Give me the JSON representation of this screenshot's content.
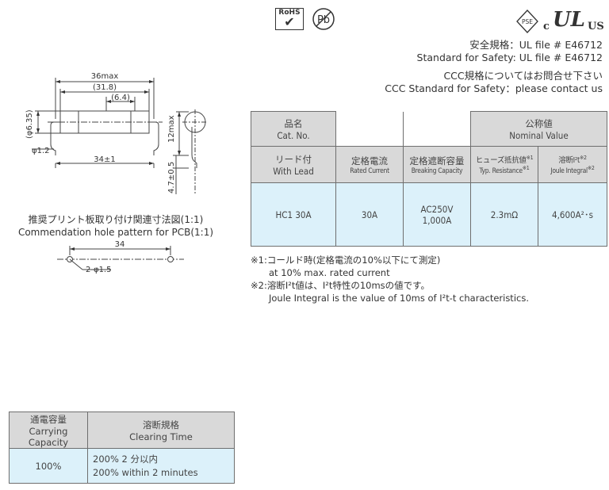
{
  "certifications": {
    "rohs_label": "RoHS",
    "pb_label": "Pb",
    "pse_label": "PSE",
    "ul_c": "c",
    "ul_mark": "UL",
    "ul_us": "US"
  },
  "safety": {
    "jp_ul": "安全規格：UL file # E46712",
    "en_ul": "Standard for Safety: UL file # E46712",
    "jp_ccc": "CCC規格についてはお問合せ下さい",
    "en_ccc": "CCC Standard for Safety：please contact us"
  },
  "fuse_drawing": {
    "dim_36max": "36max",
    "dim_31_8": "(31.8)",
    "dim_6_4": "(6.4)",
    "dim_phi635": "(φ6.35)",
    "dim_phi12": "φ1.2",
    "dim_34pm1": "34±1",
    "dim_12max": "12max",
    "dim_47pm05": "4.7±0.5"
  },
  "pcb": {
    "caption_jp": "推奨プリント板取り付け関連寸法図(1:1)",
    "caption_en": "Commendation hole pattern for PCB(1:1)",
    "dim_34": "34",
    "dim_holes": "2-φ1.5"
  },
  "spec_table": {
    "catno_jp": "品名",
    "catno_en": "Cat. No.",
    "nominal_jp": "公称値",
    "nominal_en": "Nominal Value",
    "lead_jp": "リード付",
    "lead_en": "With Lead",
    "rated_jp": "定格電流",
    "rated_en": "Rated Current",
    "breaking_jp": "定格遮断容量",
    "breaking_en": "Breaking Capacity",
    "resistance_jp": "ヒューズ抵抗値",
    "resistance_en": "Typ. Resistance",
    "joule_jp": "溶断I²t",
    "joule_en": "Joule Integral",
    "mark1": "※1",
    "mark2": "※2",
    "row": {
      "catno": "HC1 30A",
      "rated": "30A",
      "breaking_1": "AC250V",
      "breaking_2": "1,000A",
      "resistance": "2.3mΩ",
      "joule": "4,600A²･s"
    }
  },
  "notes": {
    "n1_jp": "※1:コールド時(定格電流の10%以下にて測定)",
    "n1_en": "at 10% max. rated current",
    "n2_jp": "※2:溶断I²t値は、I²t特性の10msの値です。",
    "n2_en": "Joule Integral is the value of 10ms of I²t-t characteristics."
  },
  "clearing_table": {
    "cap_jp": "通電容量",
    "cap_en": "Carrying Capacity",
    "time_jp": "溶断規格",
    "time_en": "Clearing Time",
    "cap_value": "100%",
    "time_jp_value": "200% 2 分以内",
    "time_en_value": "200% within 2 minutes"
  },
  "colors": {
    "header_bg": "#d9d9d9",
    "data_bg": "#dcf1fa",
    "border": "#6f6f6f"
  }
}
